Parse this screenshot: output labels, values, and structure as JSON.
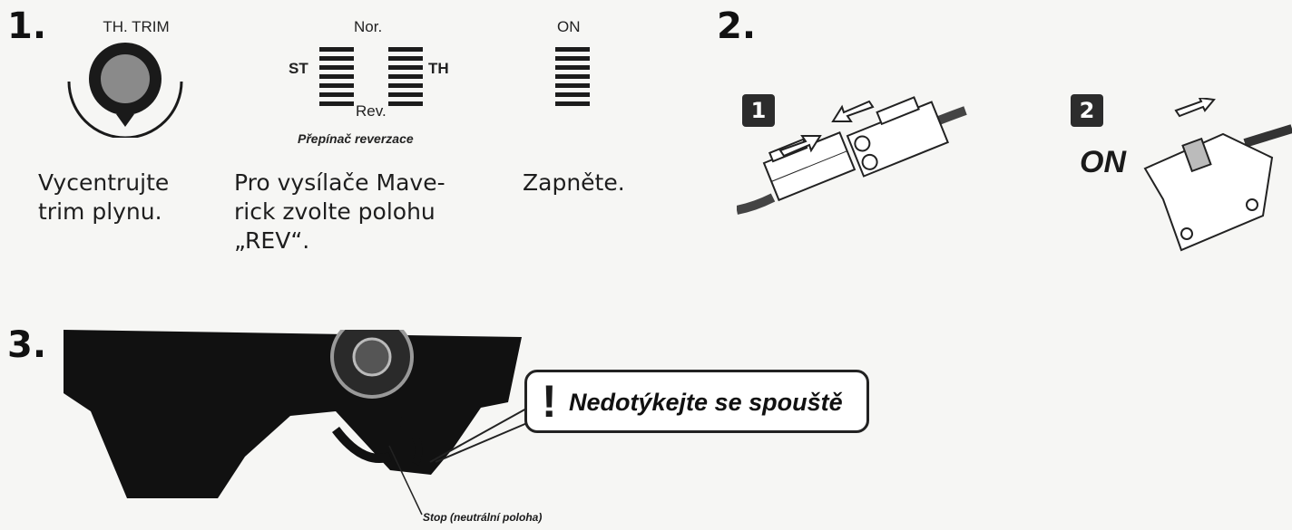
{
  "step1": {
    "number": "1.",
    "trim": {
      "label": "TH. TRIM",
      "caption_line1": "Vycentrujte",
      "caption_line2": "trim plynu."
    },
    "reverse": {
      "top_label": "Nor.",
      "bottom_label": "Rev.",
      "left_label": "ST",
      "right_label": "TH",
      "switch_name": "Přepínač reverzace",
      "caption_line1": "Pro vysílače Mave-",
      "caption_line2": "rick zvolte polohu",
      "caption_line3": "„REV“."
    },
    "power": {
      "label": "ON",
      "caption": "Zapněte."
    }
  },
  "step2": {
    "number": "2.",
    "sub1": {
      "badge": "1"
    },
    "sub2": {
      "badge": "2",
      "label": "ON"
    }
  },
  "step3": {
    "number": "3.",
    "warning": "Nedotýkejte se spouště",
    "stop_label": "Stop (neutrální poloha)"
  },
  "colors": {
    "ink": "#1a1a1a",
    "knob": "#8a8a8a",
    "paper": "#f6f6f4"
  }
}
